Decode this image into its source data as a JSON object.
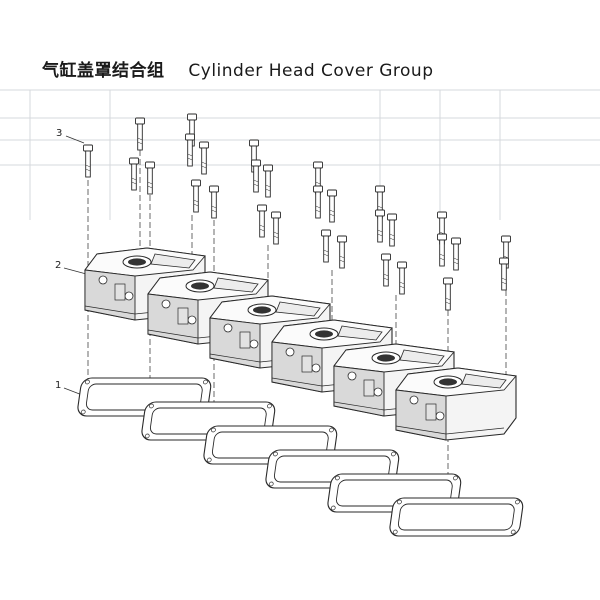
{
  "title": {
    "cn": "气缸盖罩结合组",
    "en": "Cylinder Head Cover Group"
  },
  "callouts": [
    {
      "id": "3",
      "label": "3"
    },
    {
      "id": "2",
      "label": "2"
    },
    {
      "id": "1",
      "label": "1"
    }
  ],
  "colors": {
    "ink": "#2a2a2a",
    "faint": "#c8ccd0",
    "cover_fill": "#f4f4f4",
    "cover_shade": "#d9d9d9"
  }
}
